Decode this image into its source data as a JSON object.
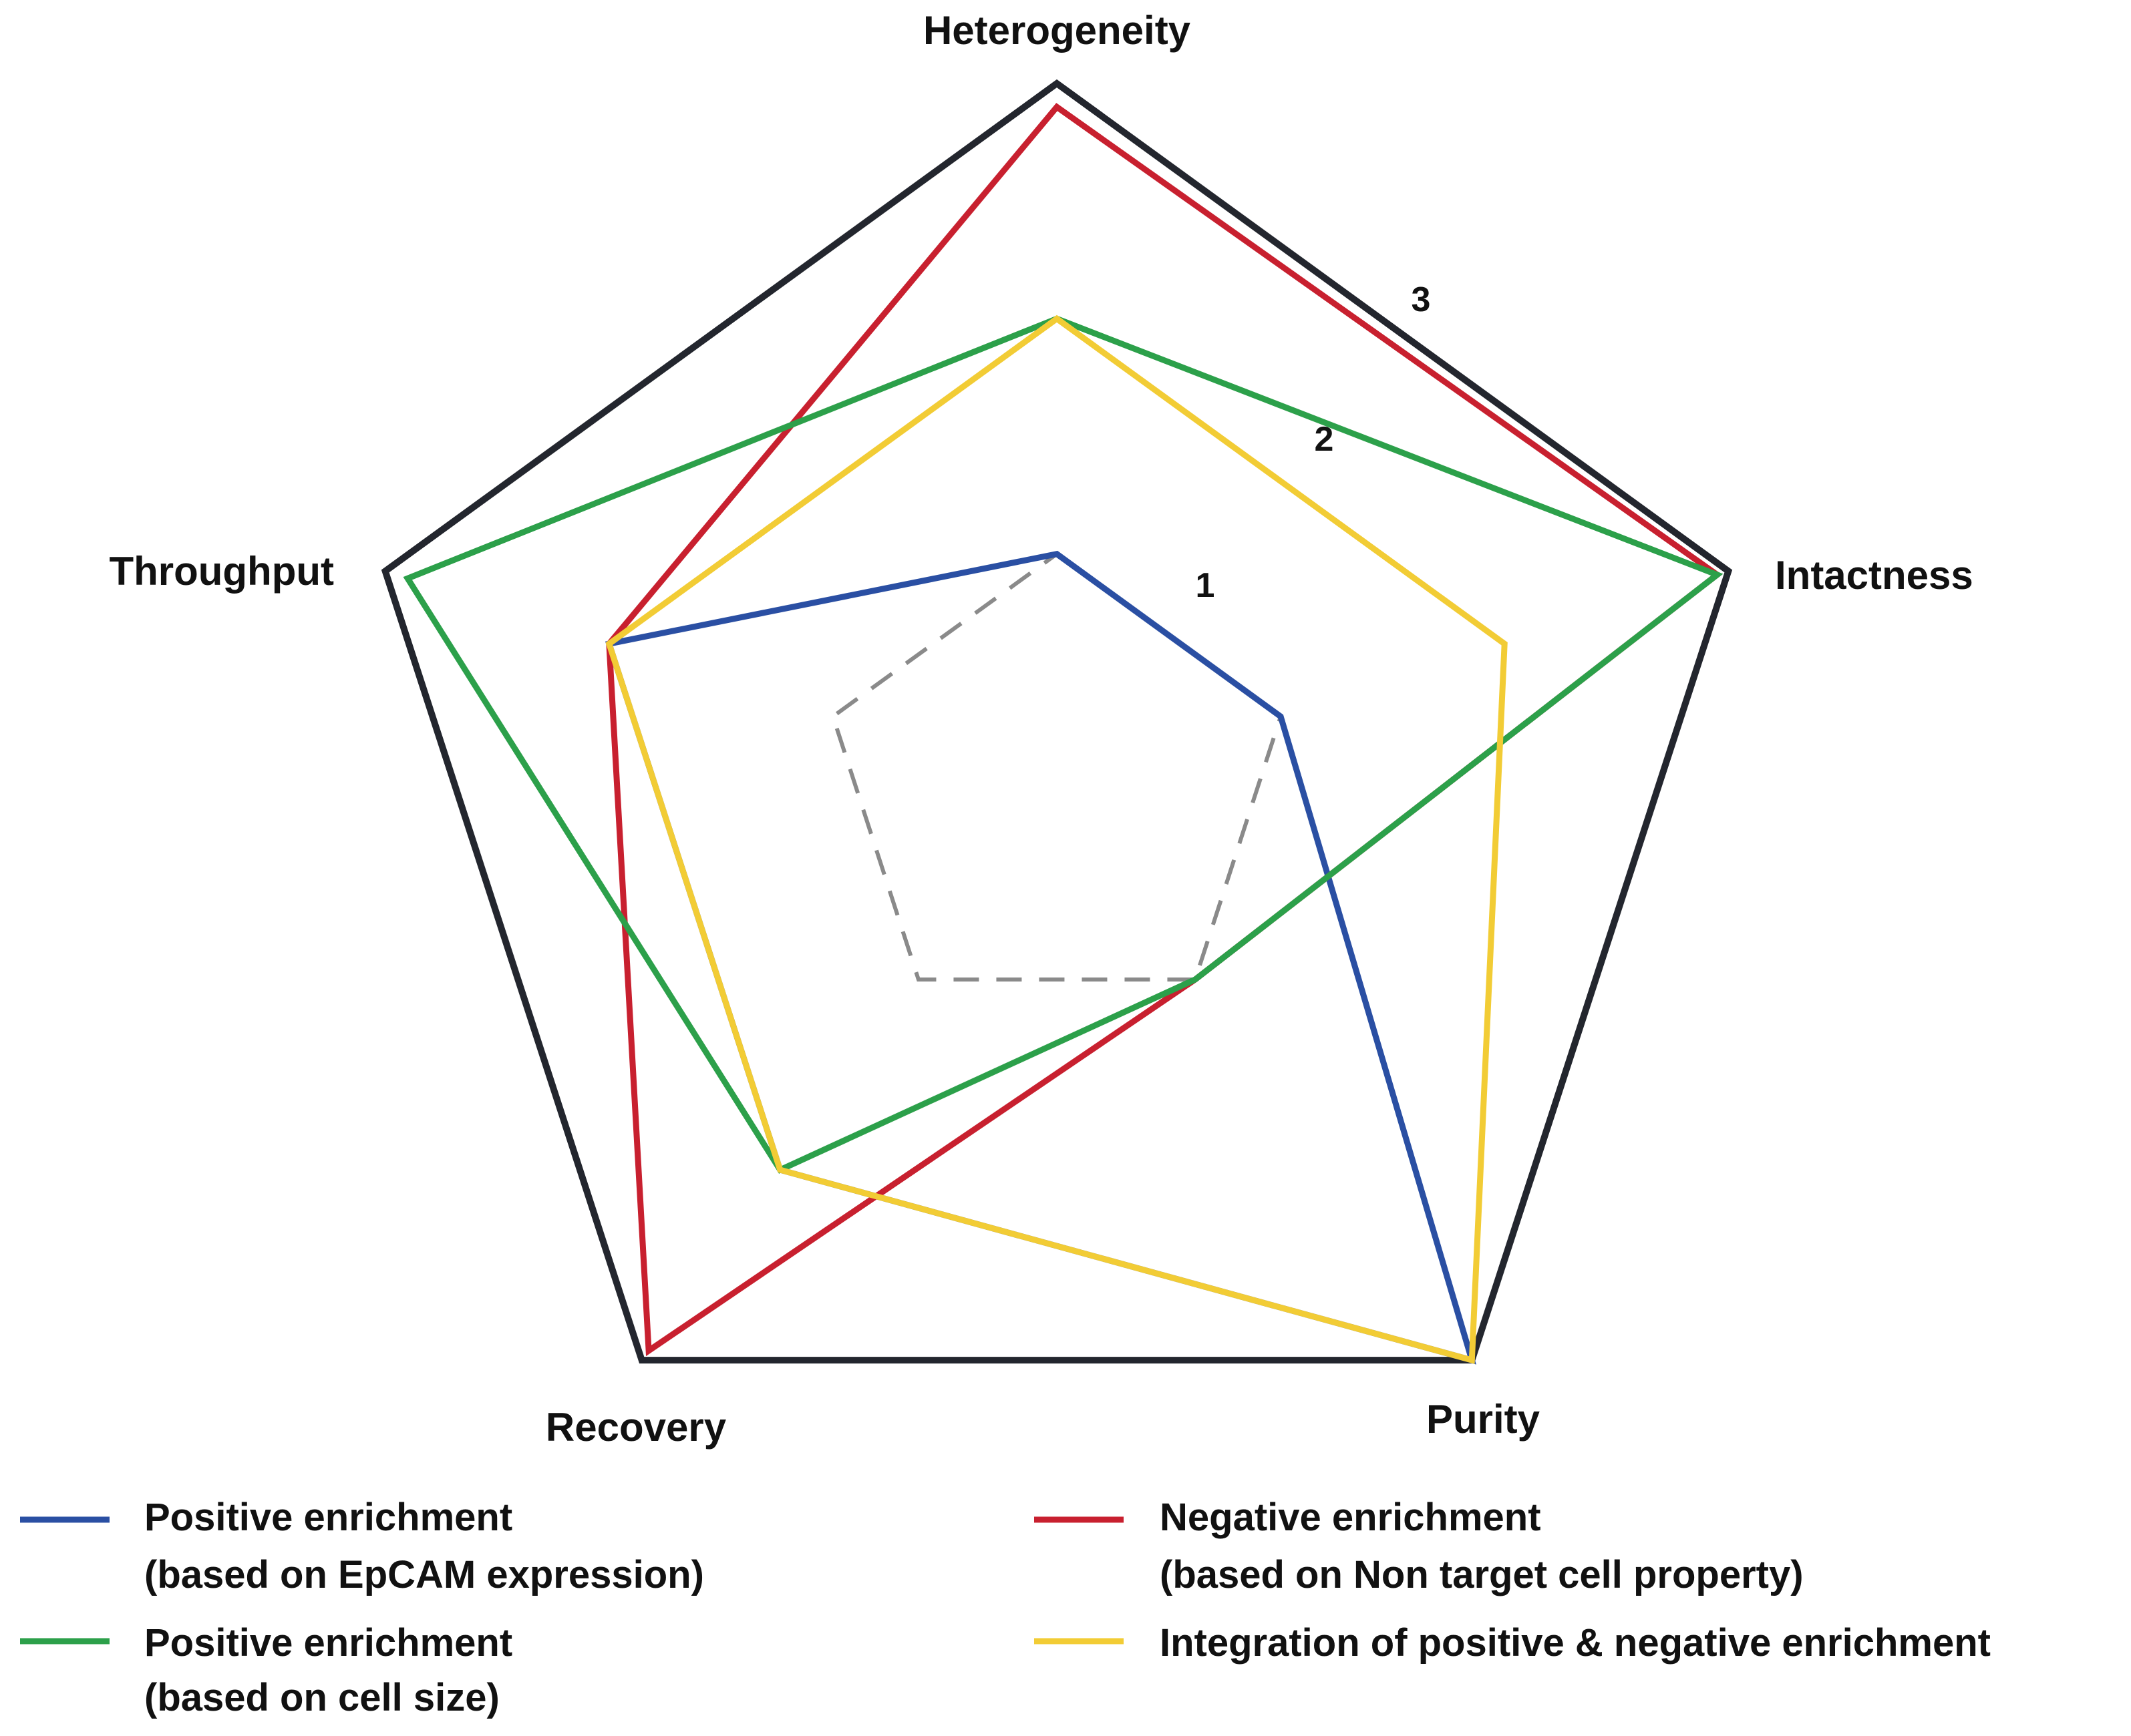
{
  "chart_data": {
    "type": "radar",
    "axes": [
      "Heterogeneity",
      "Intactness",
      "Purity",
      "Recovery",
      "Throughput"
    ],
    "scale_ticks": [
      "1",
      "2",
      "3"
    ],
    "range": [
      0,
      3
    ],
    "outer_ring_value": 3,
    "reference_ring_value": 1,
    "series": [
      {
        "name_line1": "Positive enrichment",
        "name_line2": "(based on EpCAM expression)",
        "color": "#2a4fa3",
        "values": [
          1.0,
          1.0,
          3.0,
          2.0,
          2.0
        ]
      },
      {
        "name_line1": "Negative enrichment",
        "name_line2": "(based on Non target cell property)",
        "color": "#c8202f",
        "values": [
          2.9,
          2.95,
          1.0,
          2.95,
          2.0
        ]
      },
      {
        "name_line1": "Positive enrichment",
        "name_line2": "(based on cell size)",
        "color": "#2ca04a",
        "values": [
          2.0,
          2.95,
          1.0,
          2.0,
          2.9
        ]
      },
      {
        "name_line1": "Integration of positive & negative enrichment",
        "name_line2": "",
        "color": "#f2cc35",
        "values": [
          2.0,
          2.0,
          3.0,
          2.0,
          2.0
        ]
      }
    ],
    "outer_color": "#23262e",
    "reference_color": "#8a8a8a"
  }
}
